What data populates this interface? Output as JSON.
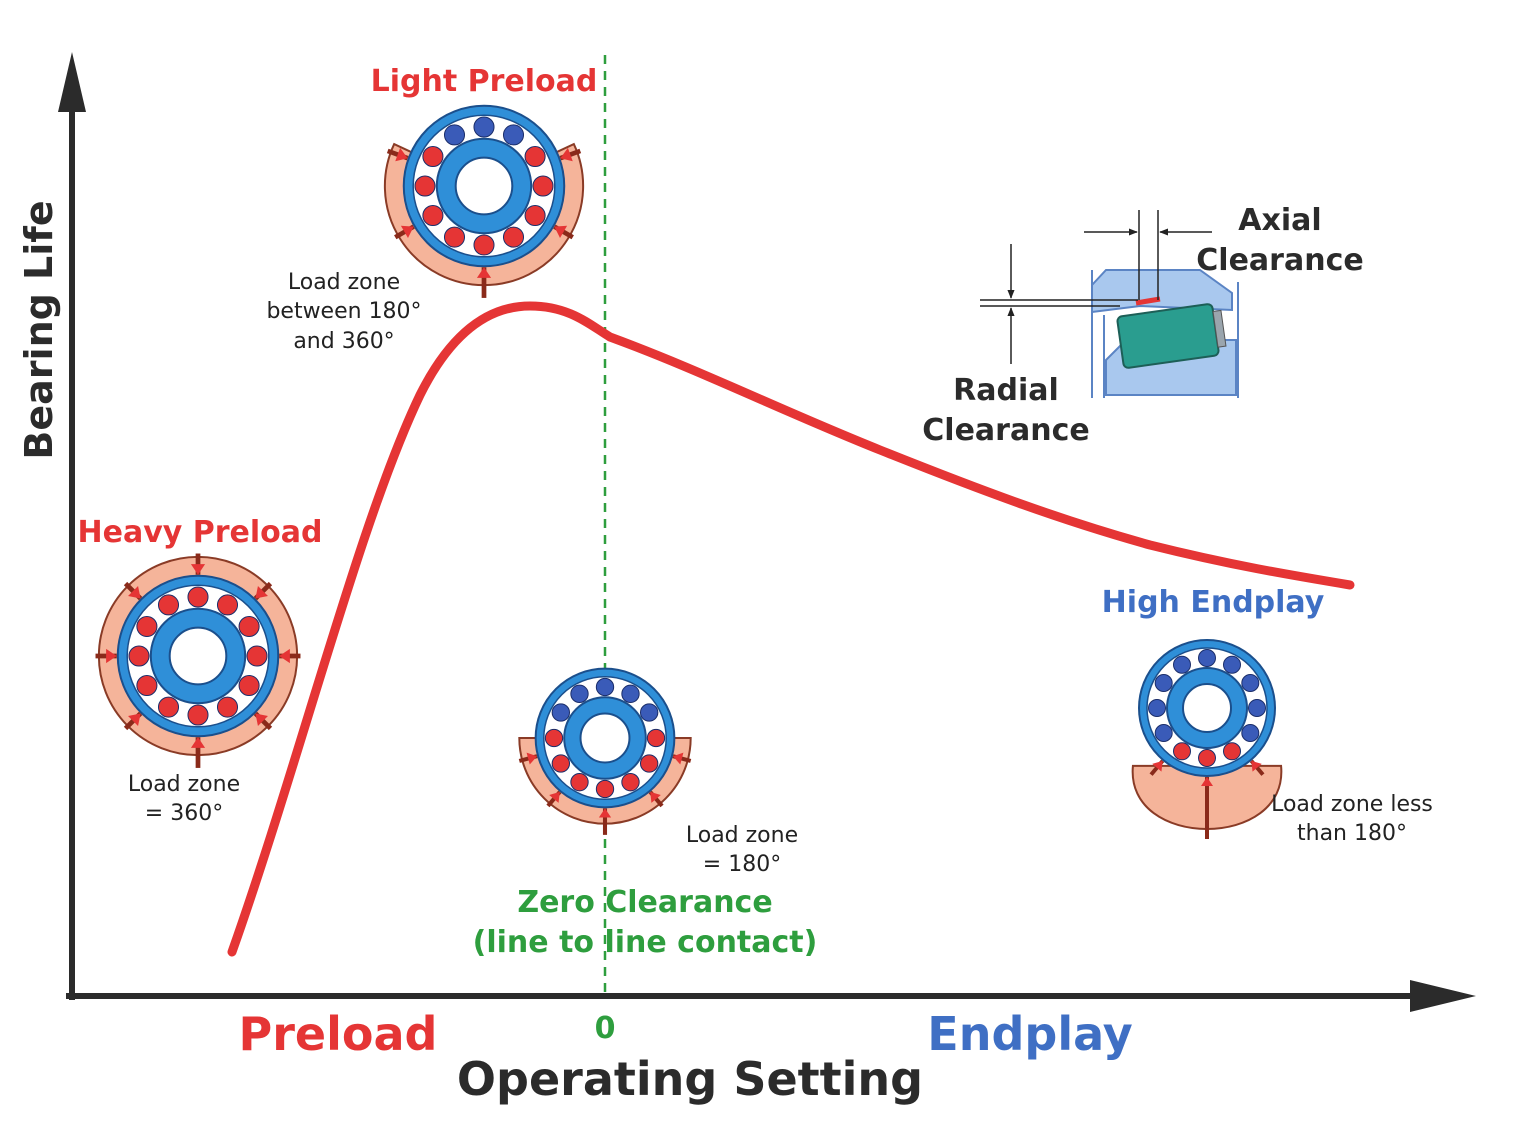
{
  "axes": {
    "y_label": "Bearing Life",
    "x_label": "Operating Setting",
    "x_left_label": "Preload",
    "x_center_label": "0",
    "x_right_label": "Endplay"
  },
  "zero_clearance": {
    "line1": "Zero Clearance",
    "line2": "(line to line contact)"
  },
  "bearings": {
    "heavy_preload": {
      "title": "Heavy Preload",
      "caption1": "Load zone",
      "caption2": "= 360°"
    },
    "light_preload": {
      "title": "Light Preload",
      "caption1": "Load zone",
      "caption2": "between 180°",
      "caption3": "and 360°"
    },
    "zero": {
      "caption1": "Load zone",
      "caption2": "= 180°"
    },
    "high_endplay": {
      "title": "High Endplay",
      "caption1": "Load zone less",
      "caption2": "than 180°"
    }
  },
  "clearance_inset": {
    "axial1": "Axial",
    "axial2": "Clearance",
    "radial1": "Radial",
    "radial2": "Clearance"
  },
  "colors": {
    "red": "#e53535",
    "blue": "#3f6fc4",
    "green": "#2e9e3e",
    "ring_blue": "#2f8fd8",
    "load_zone": "#f5b49a",
    "dark": "#2b2b2b"
  }
}
